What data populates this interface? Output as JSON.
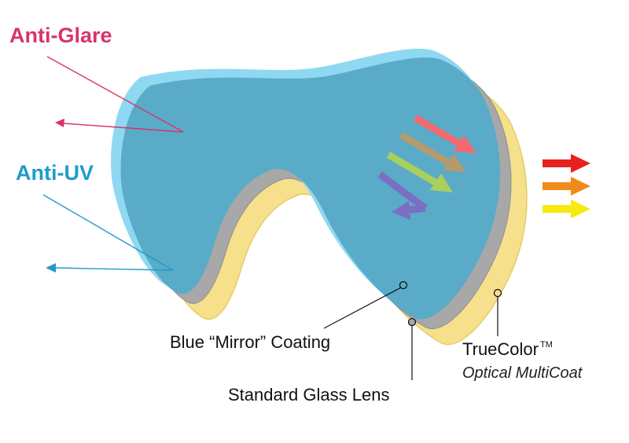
{
  "labels": {
    "anti_glare": "Anti-Glare",
    "anti_uv": "Anti-UV",
    "mirror_coating": "Blue “Mirror” Coating",
    "standard_lens": "Standard Glass Lens",
    "truecolor": "TrueColor",
    "trademark": "TM",
    "multicoat": "Optical MultiCoat"
  },
  "colors": {
    "anti_glare": "#d9336b",
    "anti_uv": "#1e9ccb",
    "mirror_layer_outer": "#8fd8f2",
    "mirror_layer_inner": "#5aabc8",
    "glass_layer": "#a8a8a8",
    "truecolor_layer": "#f6e08c",
    "arrow_red": "#f06a70",
    "arrow_tan": "#b59a6e",
    "arrow_green": "#a9cf5c",
    "arrow_violet": "#7a6fc2",
    "out_red": "#e82020",
    "out_orange": "#f08a1a",
    "out_yellow": "#f5ea12"
  },
  "icons": {
    "incoming_light": "rainbow-arrows-icon",
    "outgoing_light": "warm-arrows-icon"
  }
}
